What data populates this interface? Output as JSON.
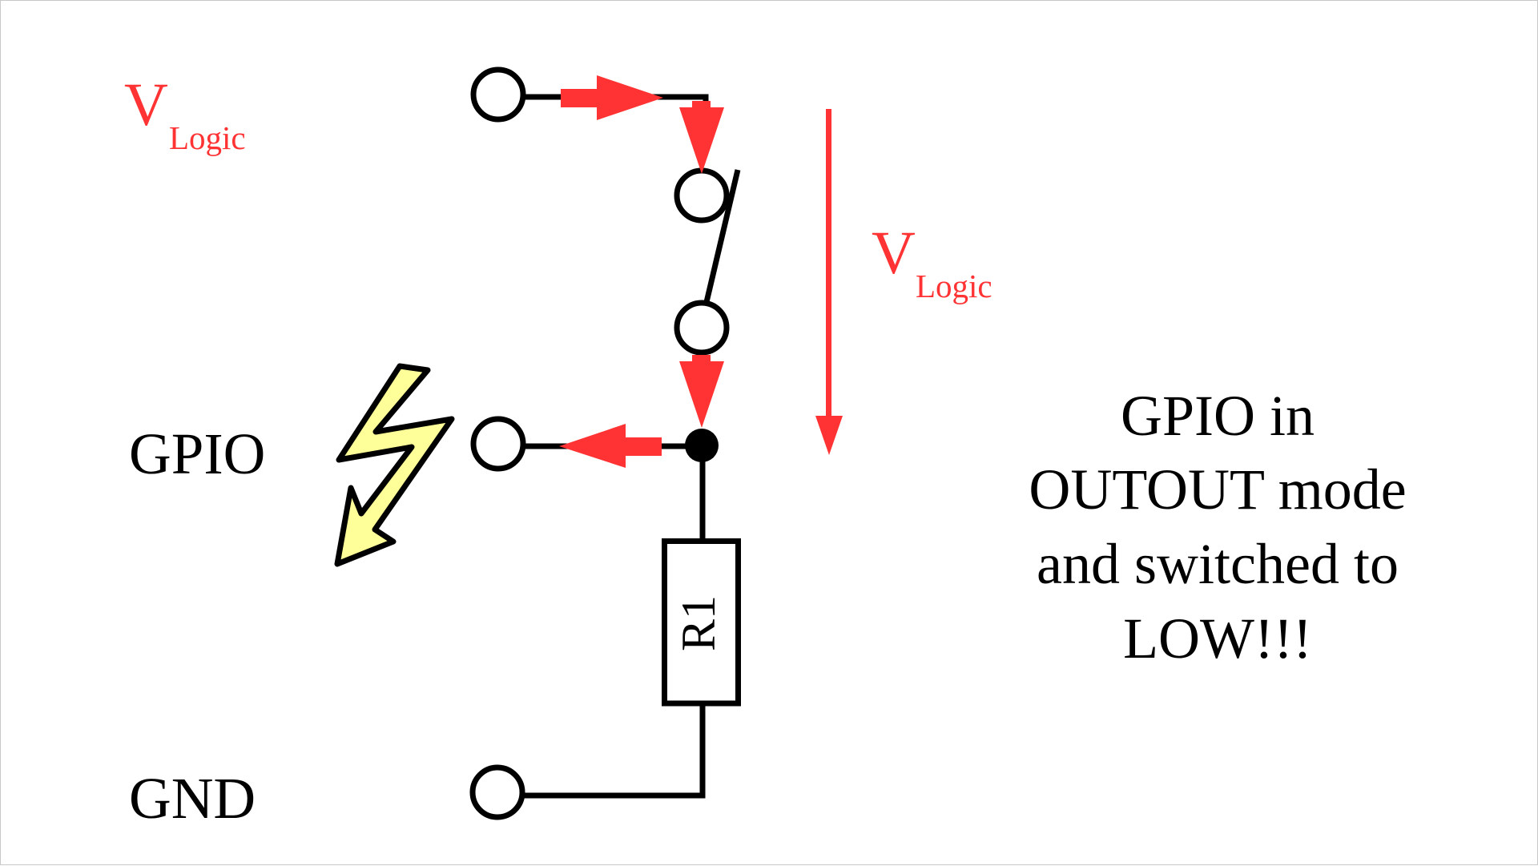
{
  "diagram": {
    "title": "GPIO output shorted against VLogic through closed switch",
    "colors": {
      "wire": "#000000",
      "current_arrow": "#ff3333",
      "voltage_label": "#ff3333",
      "lightning_fill": "#ffff99",
      "background": "#ffffff"
    },
    "terminals": [
      {
        "id": "vlogic",
        "label_main": "V",
        "label_sub": "Logic"
      },
      {
        "id": "gpio",
        "label": "GPIO"
      },
      {
        "id": "gnd",
        "label": "GND"
      }
    ],
    "components": {
      "switch": {
        "state": "closed"
      },
      "resistor": {
        "label": "R1"
      },
      "junction": {
        "type": "node-dot"
      }
    },
    "voltage_drop": {
      "label_main": "V",
      "label_sub": "Logic",
      "direction": "down"
    },
    "current_arrows": [
      "right",
      "down",
      "down",
      "left"
    ],
    "warning_icon": "lightning-bolt",
    "note": {
      "lines": [
        "GPIO in",
        "OUTOUT mode",
        "and switched to",
        "LOW!!!"
      ]
    }
  }
}
